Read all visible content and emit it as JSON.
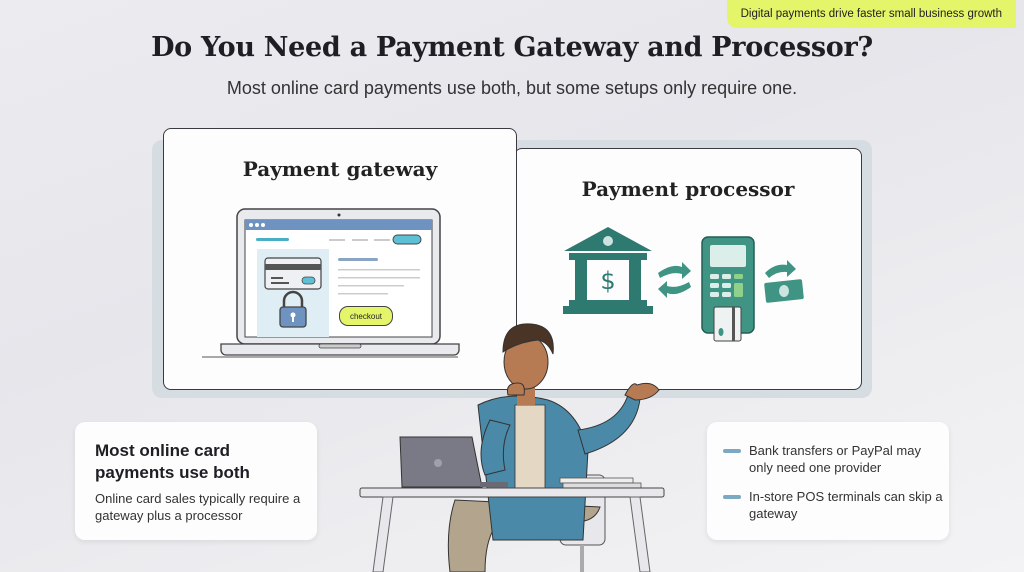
{
  "banner": {
    "text": "Digital payments drive faster small business growth"
  },
  "header": {
    "title": "Do You Need a Payment Gateway and Processor?",
    "subtitle": "Most online card payments use both, but some setups only require one."
  },
  "gateway_card": {
    "title": "Payment gateway",
    "checkout_label": "checkout",
    "icons": [
      "laptop-icon",
      "credit-card-icon",
      "lock-icon"
    ]
  },
  "processor_card": {
    "title": "Payment processor",
    "icons": [
      "bank-icon",
      "exchange-arrows-icon",
      "card-terminal-icon",
      "money-icon"
    ]
  },
  "info_left": {
    "heading": "Most online card payments use both",
    "body": "Online card sales typically require a gateway plus a processor"
  },
  "info_right": {
    "bullets": [
      "Bank transfers or PayPal may only need one provider",
      "In-store POS terminals can skip a gateway"
    ]
  },
  "colors": {
    "accent_yellow": "#e5f56a",
    "teal": "#2e7a70",
    "blue": "#7ba8c3",
    "jacket": "#4a8aa8"
  }
}
